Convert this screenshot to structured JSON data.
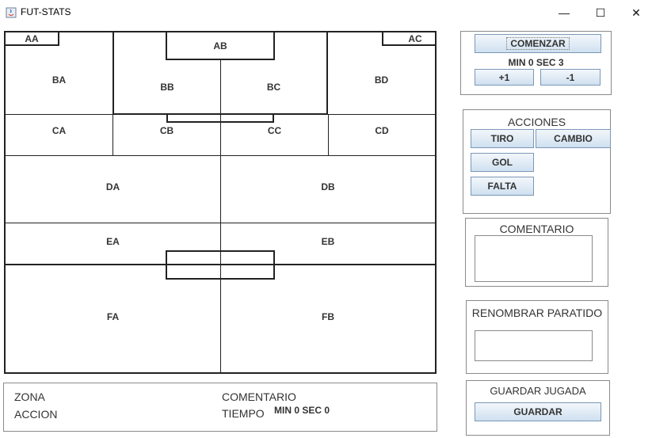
{
  "window": {
    "title": "FUT-STATS",
    "minimize": "—",
    "maximize": "☐",
    "close": "✕"
  },
  "field": {
    "zones": {
      "AA": "AA",
      "AB": "AB",
      "AC": "AC",
      "BA": "BA",
      "BB": "BB",
      "BC": "BC",
      "BD": "BD",
      "CA": "CA",
      "CB": "CB",
      "CC": "CC",
      "CD": "CD",
      "DA": "DA",
      "DB": "DB",
      "EA": "EA",
      "EB": "EB",
      "FA": "FA",
      "FB": "FB"
    }
  },
  "timer": {
    "start_label": "COMENZAR",
    "display": "MIN 0 SEC 3",
    "plus_label": "+1",
    "minus_label": "-1"
  },
  "actions": {
    "title": "ACCIONES",
    "tiro": "TIRO",
    "cambio": "CAMBIO",
    "gol": "GOL",
    "falta": "FALTA"
  },
  "comment": {
    "title": "COMENTARIO",
    "value": ""
  },
  "rename": {
    "title": "RENOMBRAR PARATIDO",
    "value": ""
  },
  "save": {
    "title": "GUARDAR JUGADA",
    "button": "GUARDAR"
  },
  "summary": {
    "zona_label": "ZONA",
    "accion_label": "ACCION",
    "comentario_label": "COMENTARIO",
    "tiempo_label": "TIEMPO",
    "tiempo_value": "MIN 0 SEC 0"
  }
}
